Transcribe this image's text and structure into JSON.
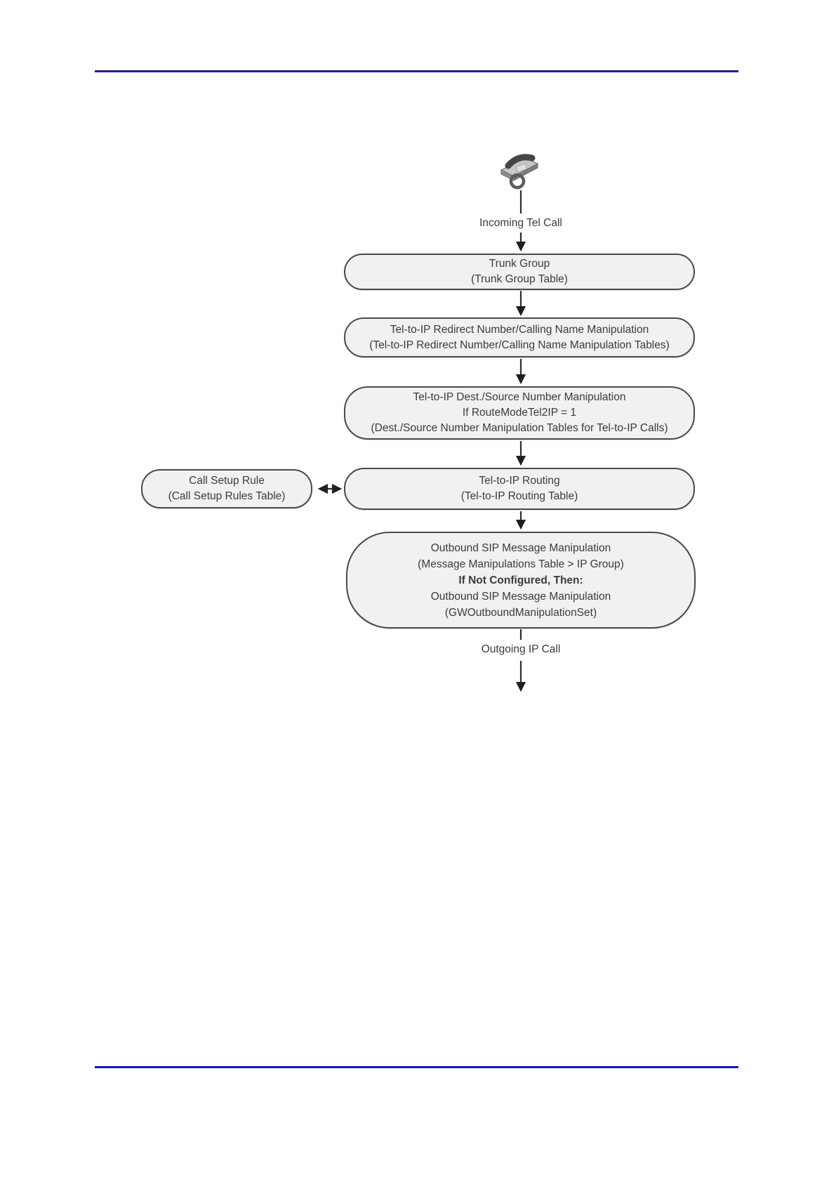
{
  "page": {
    "type": "document-diagram-page",
    "colors": {
      "header_rule": "#201d96",
      "footer_rule": "#1712c0",
      "node_fill": "#f1f1f1",
      "node_border": "#4a4a4a",
      "arrow": "#2d2d2d",
      "text": "#3b3b3b"
    }
  },
  "flowchart": {
    "icon": "telephone-icon",
    "incoming_label": "Incoming Tel Call",
    "outgoing_label": "Outgoing IP Call",
    "nodes": [
      {
        "id": "trunk-group",
        "lines": [
          "Trunk Group",
          "(Trunk Group Table)"
        ]
      },
      {
        "id": "redirect-calling-name-manipulation",
        "lines": [
          "Tel-to-IP Redirect Number/Calling Name Manipulation",
          "(Tel-to-IP Redirect Number/Calling Name Manipulation Tables)"
        ]
      },
      {
        "id": "dest-source-number-manipulation",
        "lines": [
          "Tel-to-IP Dest./Source Number Manipulation",
          "If RouteModeTel2IP = 1",
          "(Dest./Source Number Manipulation Tables for Tel-to-IP Calls)"
        ]
      },
      {
        "id": "tel-to-ip-routing",
        "lines": [
          "Tel-to-IP Routing",
          "(Tel-to-IP Routing Table)"
        ]
      },
      {
        "id": "outbound-sip-message-manipulation",
        "lines": [
          "Outbound SIP Message Manipulation",
          "(Message Manipulations Table > IP Group)",
          "If Not Configured, Then:",
          "Outbound SIP Message Manipulation",
          "(GWOutboundManipulationSet)"
        ]
      }
    ],
    "side_node": {
      "id": "call-setup-rule",
      "lines": [
        "Call Setup Rule",
        "(Call Setup Rules Table)"
      ]
    }
  }
}
